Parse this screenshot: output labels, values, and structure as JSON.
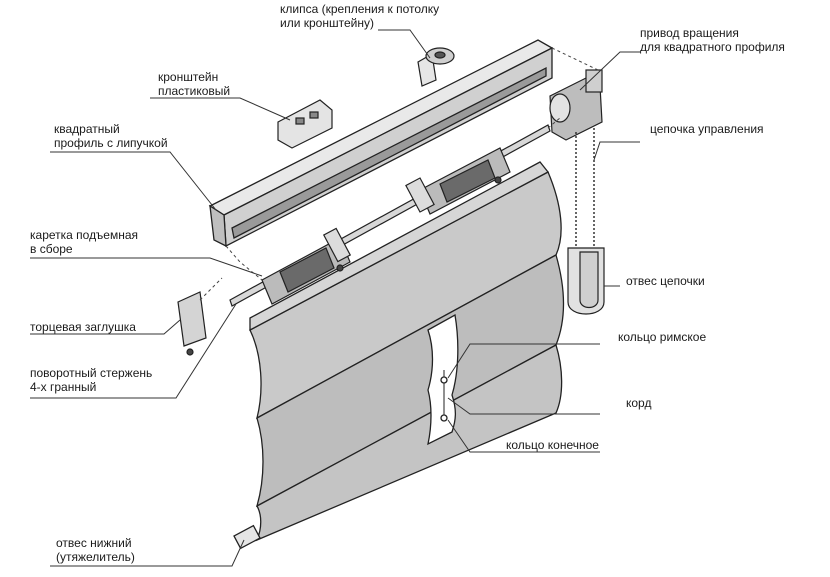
{
  "labels": {
    "clip": "клипса (крепления к потолку\nили кронштейну)",
    "drive": "привод вращения\nдля квадратного профиля",
    "bracket": "кронштейн\nпластиковый",
    "profile": "квадратный\nпрофиль с липучкой",
    "chain": "цепочка управления",
    "carriage": "каретка подъемная\nв сборе",
    "chain_weight": "отвес цепочки",
    "end_cap": "торцевая заглушка",
    "roman_ring": "кольцо римское",
    "rod": "поворотный стержень\n4-х гранный",
    "cord": "корд",
    "end_ring": "кольцо конечное",
    "bottom_weight": "отвес нижний\n(утяжелитель)"
  }
}
